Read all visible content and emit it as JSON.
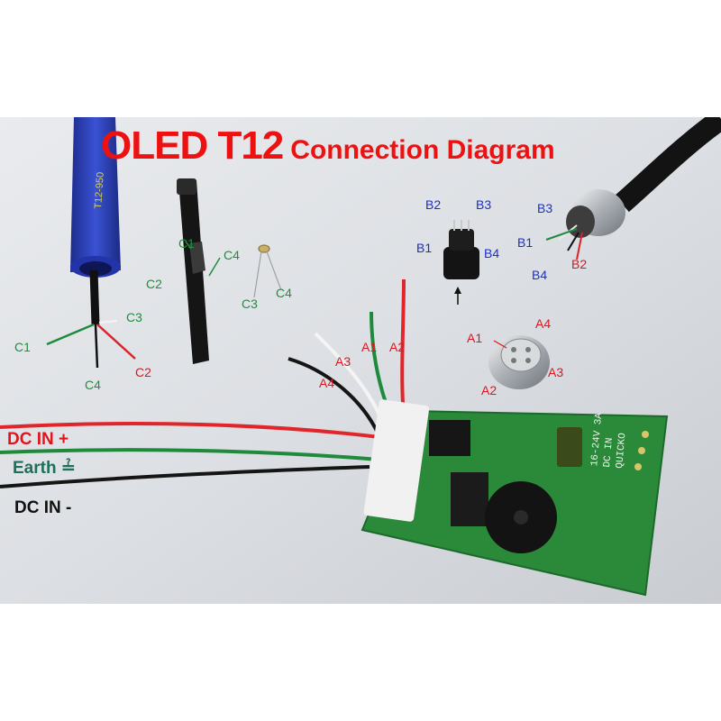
{
  "title": {
    "main": "OLED T12",
    "sub": "Connection Diagram"
  },
  "handle_labels": {
    "c1": "C1",
    "c2": "C2",
    "c3": "C3",
    "c4": "C4"
  },
  "sleeve_labels": {
    "c1": "C1",
    "c2": "C2",
    "c4": "C4"
  },
  "sensor_labels": {
    "c3": "C3",
    "c4": "C4"
  },
  "plug_labels": {
    "b1": "B1",
    "b2": "B2",
    "b3": "B3",
    "b4": "B4"
  },
  "cable_labels": {
    "b1": "B1",
    "b2": "B2",
    "b3": "B3",
    "b4": "B4"
  },
  "socket_labels": {
    "a1": "A1",
    "a2": "A2",
    "a3": "A3",
    "a4": "A4"
  },
  "board_wire_labels": {
    "a1": "A1",
    "a2": "A2",
    "a3": "A3",
    "a4": "A4"
  },
  "power_labels": {
    "dc_in_plus": "DC IN +",
    "earth": "Earth ≟",
    "dc_in_minus": "DC IN -"
  },
  "pcb_text": {
    "brand": "QUICKO",
    "dc_in": "DC IN",
    "voltage": "16-24V 3A"
  },
  "colors": {
    "title": "#ee1111",
    "green_label": "#1f8f3a",
    "red_label": "#e0141e",
    "blue_label": "#1a2fd0",
    "pcb": "#2a8a3a",
    "handle": "#2a3fb0"
  }
}
